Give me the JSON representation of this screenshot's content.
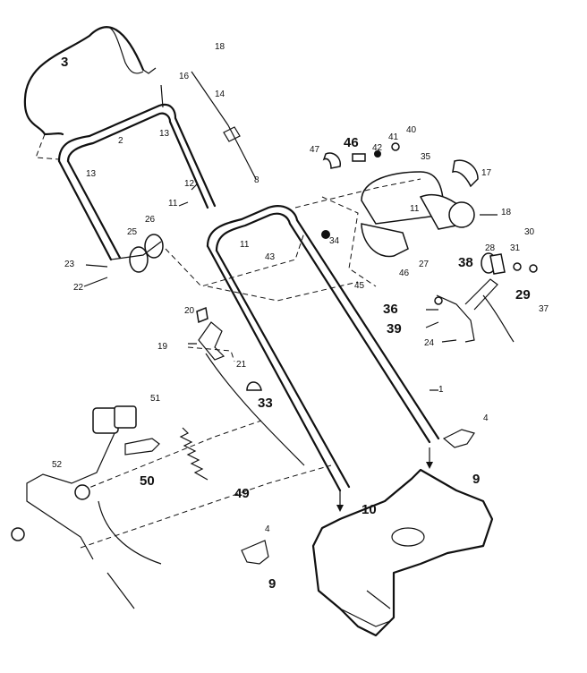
{
  "diagram": {
    "labels": {
      "l1": "1",
      "l3": "3",
      "l2": "2",
      "l4a": "4",
      "l4b": "4",
      "l9a": "9",
      "l9b": "9",
      "l10": "10",
      "l11a": "11",
      "l11b": "11",
      "l11c": "11",
      "l12": "12",
      "l13a": "13",
      "l13b": "13",
      "l14": "14",
      "l16": "16",
      "l17": "17",
      "l18": "18",
      "l19": "19",
      "l20": "20",
      "l21": "21",
      "l22": "22",
      "l23": "23",
      "l24": "24",
      "l25": "25",
      "l26": "26",
      "l27": "27",
      "l28": "28",
      "l29": "29",
      "l30": "30",
      "l31": "31",
      "l33": "33",
      "l34": "34",
      "l35": "35",
      "l36": "36",
      "l37": "37",
      "l38": "38",
      "l39": "39",
      "l40": "40",
      "l41": "41",
      "l42": "42",
      "l43": "43",
      "l45": "45",
      "l46a": "46",
      "l46b": "46",
      "l47": "47",
      "l49": "49",
      "l50": "50",
      "l51": "51",
      "l52": "52",
      "l8": "8",
      "l18b": "18"
    }
  }
}
